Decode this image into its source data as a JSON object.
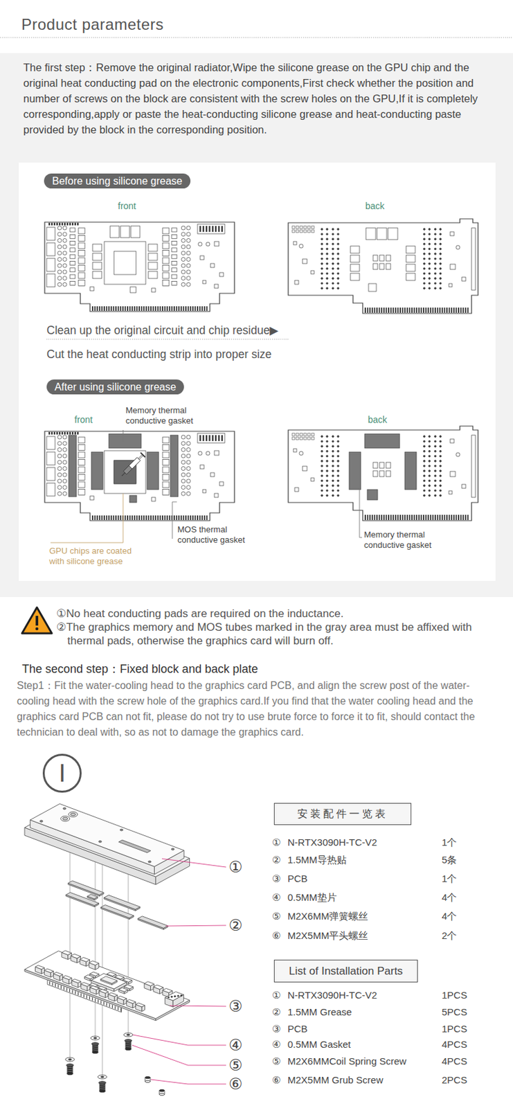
{
  "diagram": {
    "title": "Product parameters",
    "nodes": [
      {
        "text": [
          "The first step：Remove the original radiator,Wipe the silicone grease on the GPU chip and the original heat conducting pad on the electronic components,First check whether the position and number of screws on the block are consistent with the screw holes on the GPU,If it is completely corresponding,apply or paste the heat-conducting silicone grease and heat-conducting paste provided by the block in the corresponding position."
        ]
      },
      {
        "text": [
          "Before using silicone grease"
        ],
        "in": 0
      },
      {
        "text": [
          "After using silicone grease"
        ],
        "in": 0
      },
      {
        "text": [
          "I"
        ]
      },
      {
        "text": [
          "安装配件一览表"
        ]
      },
      {
        "text": [
          "List of Installation Parts"
        ]
      }
    ],
    "labels": [
      "front",
      "back",
      "Clean up the original circuit and chip residue▶",
      "Cut the heat conducting strip into proper size",
      "front",
      "back",
      "Memory thermal conductive gasket",
      "MOS thermal conductive gasket",
      "GPU chips are coated with silicone grease",
      "Memory thermal conductive gasket",
      "①No heat conducting pads are required on the inductance.",
      "②The graphics memory and MOS tubes marked in the gray area must be affixed with thermal pads, otherwise the graphics card will burn off.",
      "The second step：Fixed block and back plate",
      "Step1：Fit the water-cooling head to the graphics card PCB, and align the screw post of the water-cooling head with the screw hole of the graphics card.If you find that the water cooling head and the graphics card PCB can not fit, please do not try to use brute force to force it to fit, should contact the technician to deal with, so as not to damage the graphics card.",
      "①",
      "②",
      "③",
      "④",
      "⑤",
      "⑥",
      "①",
      "N-RTX3090H-TC-V2",
      "1个",
      "②",
      "1.5MM导热贴",
      "5条",
      "③",
      "PCB",
      "1个",
      "④",
      "0.5MM垫片",
      "4个",
      "⑤",
      "M2X6MM弹簧螺丝",
      "4个",
      "⑥",
      "M2X5MM平头螺丝",
      "2个",
      "①",
      "N-RTX3090H-TC-V2",
      "1PCS",
      "②",
      "1.5MM Grease",
      "5PCS",
      "③",
      "PCB",
      "1PCS",
      "④",
      "0.5MM Gasket",
      "4PCS",
      "⑤",
      "M2X6MMCoil Spring Screw",
      "4PCS",
      "⑥",
      "M2X5MM Grub Screw",
      "2PCS"
    ]
  }
}
